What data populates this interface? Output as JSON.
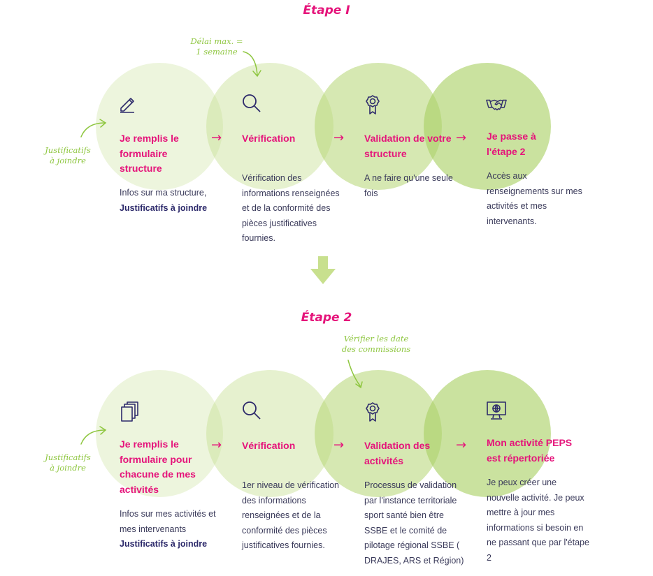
{
  "colors": {
    "accent": "#e5137a",
    "green": "#8ec63f",
    "navy": "#2d2a6b"
  },
  "etape1": {
    "heading": "Étape I",
    "note_delay": "Délai max. =\n1 semaine",
    "note_justif": "Justificatifs\nà joindre",
    "steps": [
      {
        "icon": "pencil-icon",
        "title": "Je remplis le\nformulaire\nstructure",
        "desc": "Infos sur ma structure,",
        "desc_bold": "Justificatifs à joindre"
      },
      {
        "icon": "search-icon",
        "title": "Vérification",
        "desc": "Vérification des informations renseignées et de la conformité des pièces justificatives fournies."
      },
      {
        "icon": "award-ribbon-icon",
        "title": "Validation de votre\nstructure",
        "desc": "A ne faire qu'une seule fois"
      },
      {
        "icon": "handshake-icon",
        "title": "Je passe à\nl'étape 2",
        "desc": "Accès aux renseignements sur mes activités et mes intervenants."
      }
    ]
  },
  "etape2": {
    "heading": "Étape 2",
    "note_dates": "Vérifier les date\ndes commissions",
    "note_justif": "Justificatifs\nà joindre",
    "steps": [
      {
        "icon": "documents-icon",
        "title": "Je remplis le\nformulaire pour\nchacune de mes\nactivités",
        "desc": "Infos sur mes activités et mes intervenants",
        "desc_bold": "Justificatifs à joindre"
      },
      {
        "icon": "search-icon",
        "title": "Vérification",
        "desc": "1er niveau de vérification des informations renseignées et de la conformité des pièces justificatives fournies."
      },
      {
        "icon": "award-ribbon-icon",
        "title": "Validation des\nactivités",
        "desc": "Processus de validation par l'instance territoriale sport santé bien être SSBE et le comité de pilotage régional SSBE ( DRAJES, ARS et Région)"
      },
      {
        "icon": "monitor-globe-icon",
        "title": "Mon activité PEPS\nest répertoriée",
        "desc": "Je peux créer une nouvelle activité. Je peux mettre à jour mes informations si besoin en ne passant que par l'étape 2"
      }
    ]
  }
}
